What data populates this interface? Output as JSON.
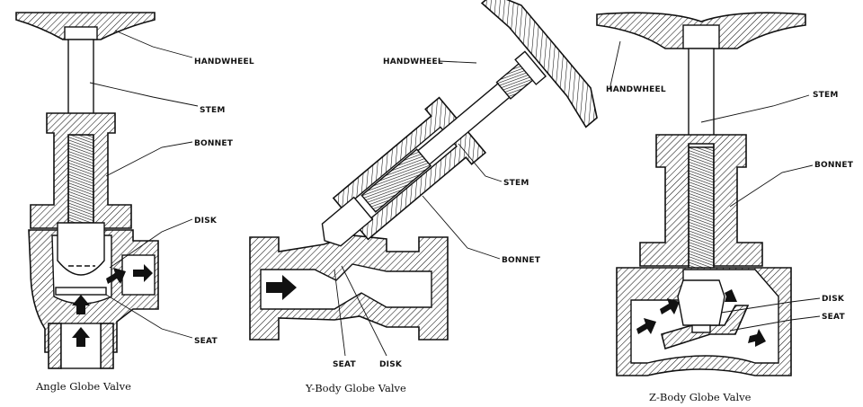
{
  "colors": {
    "ink": "#111111",
    "background": "#ffffff"
  },
  "valves": [
    {
      "caption": "Angle Globe Valve",
      "labels": {
        "handwheel": "HANDWHEEL",
        "stem": "STEM",
        "bonnet": "BONNET",
        "disk": "DISK",
        "seat": "SEAT"
      }
    },
    {
      "caption": "Y-Body Globe Valve",
      "labels": {
        "handwheel": "HANDWHEEL",
        "stem": "STEM",
        "bonnet": "BONNET",
        "seat": "SEAT",
        "disk": "DISK"
      }
    },
    {
      "caption": "Z-Body Globe Valve",
      "labels": {
        "handwheel": "HANDWHEEL",
        "stem": "STEM",
        "bonnet": "BONNET",
        "disk": "DISK",
        "seat": "SEAT"
      }
    }
  ]
}
